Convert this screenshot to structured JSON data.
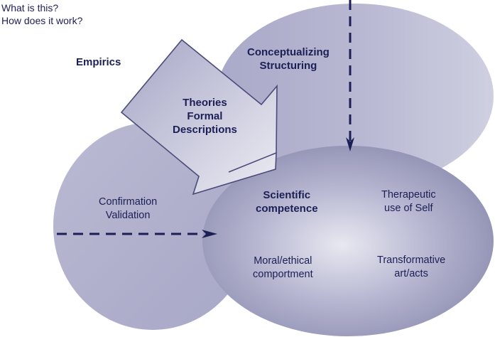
{
  "questions": [
    "What is this?",
    "How does it work?"
  ],
  "labels": {
    "empirics": "Empirics",
    "conceptualizing": [
      "Conceptualizing",
      "Structuring"
    ],
    "theories": [
      "Theories",
      "Formal",
      "Descriptions"
    ],
    "confirmation": [
      "Confirmation",
      "Validation"
    ],
    "scientific": [
      "Scientific",
      "competence"
    ],
    "therapeutic": [
      "Therapeutic",
      "use of Self"
    ],
    "moral": [
      "Moral/ethical",
      "comportment"
    ],
    "transformative": [
      "Transformative",
      "art/acts"
    ]
  },
  "colors": {
    "text": "#1c1f55",
    "arrow_dash": "#1c1f55",
    "ellipse_light": "#e6e6ef",
    "ellipse_mid": "#b8b8d2",
    "ellipse_dark": "#8e8eb2"
  }
}
